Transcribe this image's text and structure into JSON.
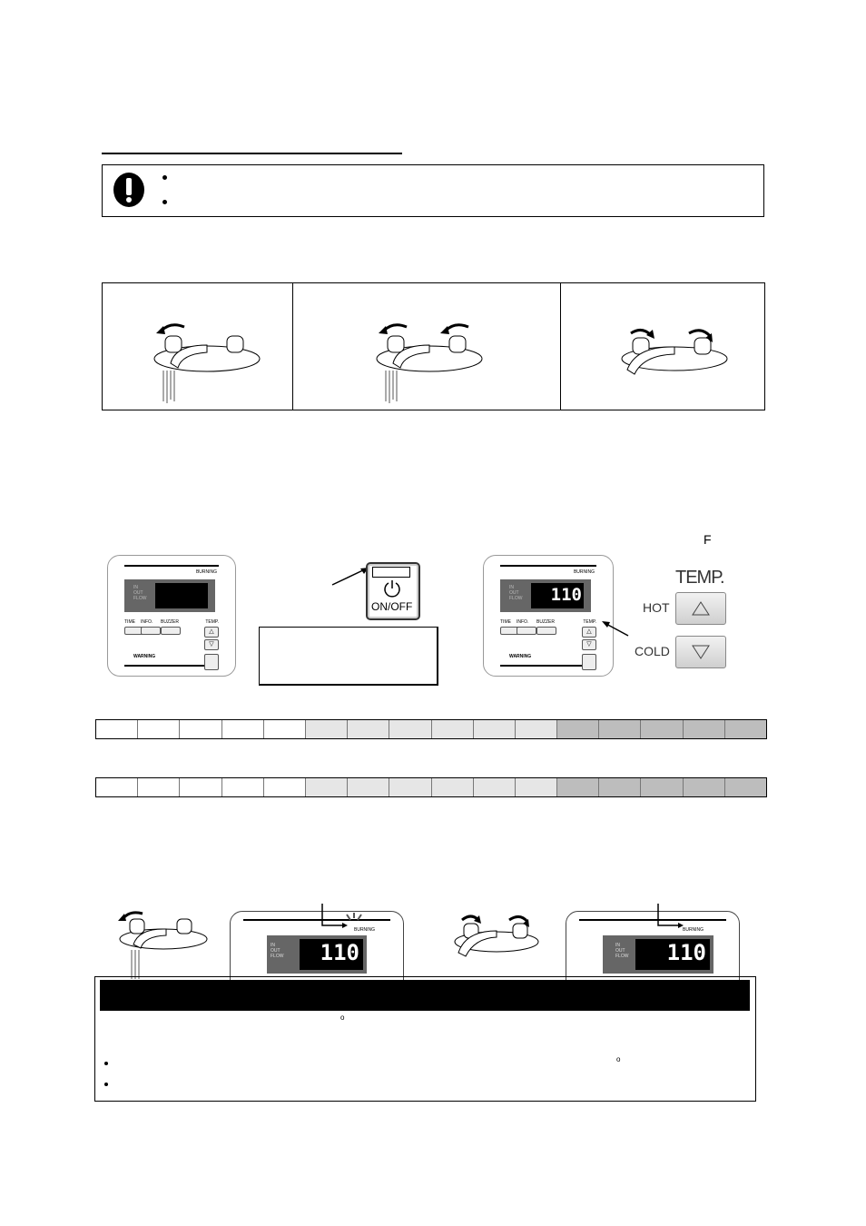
{
  "caution": {
    "icon": "exclamation-icon",
    "bullets": 2
  },
  "faucet_table": {
    "cells": [
      {
        "icon": "faucet-hot-open-icon"
      },
      {
        "icon": "faucet-both-open-icon"
      },
      {
        "icon": "faucet-both-close-icon"
      }
    ]
  },
  "unit_label": "F",
  "remote": {
    "burning": "BURNING",
    "in": "IN",
    "out": "OUT",
    "flow": "FLOW",
    "time": "TIME",
    "info": "INFO.",
    "buzzer": "BUZZER",
    "temp": "TEMP.",
    "hot": "HOT",
    "cold": "COLD",
    "onoff": "ON/OFF",
    "display_value": "110",
    "display_unit": "°F"
  },
  "onoff_button": {
    "label": "ON/OFF",
    "icon": "power-icon"
  },
  "temp_buttons": {
    "title": "TEMP.",
    "hot": "HOT",
    "cold": "COLD",
    "hot_icon": "triangle-up-icon",
    "cold_icon": "triangle-down-icon"
  },
  "scales": [
    {
      "cells": [
        "white",
        "white",
        "white",
        "white",
        "white",
        "light",
        "light",
        "light",
        "light",
        "light",
        "light",
        "dark",
        "dark",
        "dark",
        "dark",
        "dark"
      ]
    },
    {
      "cells": [
        "white",
        "white",
        "white",
        "white",
        "white",
        "light",
        "light",
        "light",
        "light",
        "light",
        "light",
        "dark",
        "dark",
        "dark",
        "dark",
        "dark"
      ]
    }
  ],
  "colors": {
    "white": "#ffffff",
    "light": "#e6e6e6",
    "dark": "#bdbdbd",
    "lcd_frame": "#666666"
  },
  "notice": {
    "degree1": "o",
    "degree2": "o",
    "bullets": 2
  }
}
